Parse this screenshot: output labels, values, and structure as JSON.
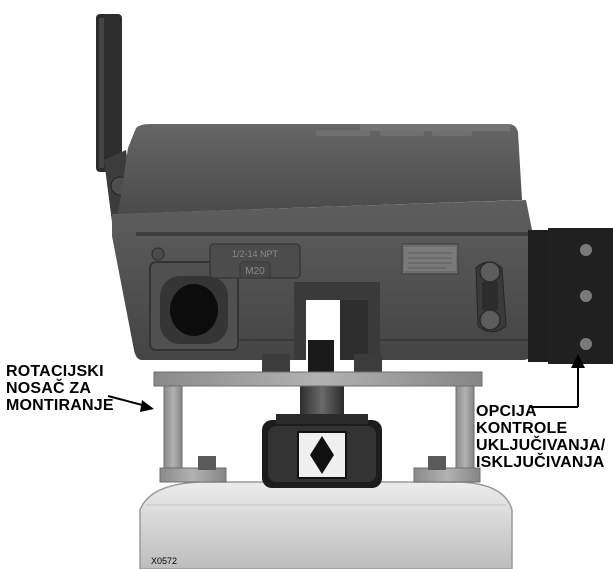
{
  "housing": {
    "conduit_size": "1/2-14 NPT",
    "conduit_metric": "M20"
  },
  "callouts": {
    "rotary_bracket": [
      "ROTACIJSKI",
      "NOSAČ ZA",
      "MONTIRANJE"
    ],
    "switch_option": [
      "OPCIJA",
      "KONTROLE",
      "UKLJUČIVANJA/",
      "ISKLJUČIVANJA"
    ]
  },
  "figure_id": "X0572",
  "colors": {
    "housing": "#555555",
    "housing_dark": "#3a3a3a",
    "bracket": "#9a9a9a",
    "actuator": "#d6d6d6",
    "background": "#ffffff"
  }
}
